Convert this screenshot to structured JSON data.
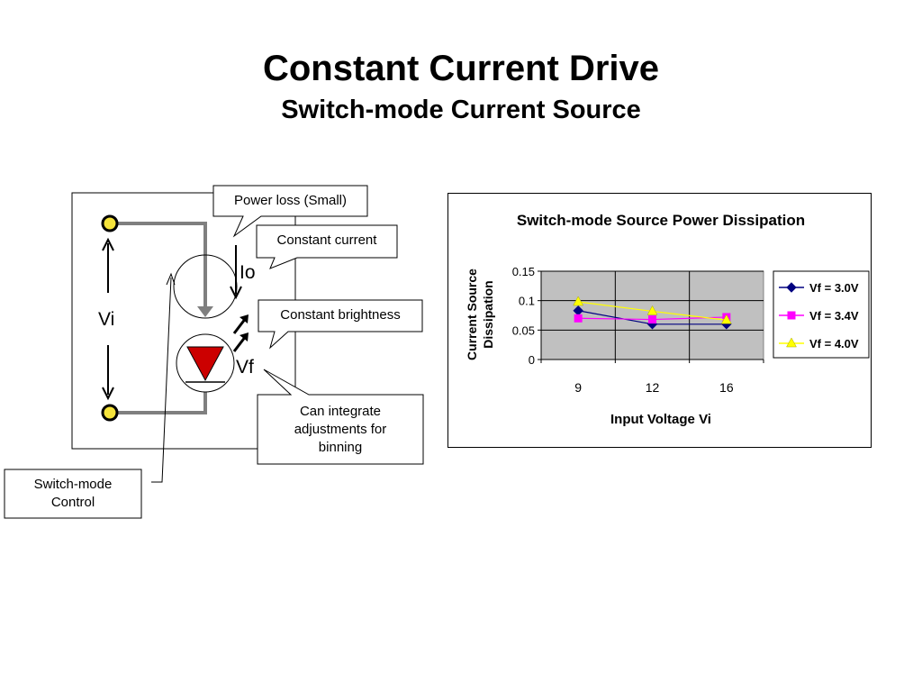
{
  "title": "Constant Current Drive",
  "subtitle": "Switch-mode Current Source",
  "diagram": {
    "callouts": {
      "power_loss": "Power loss (Small)",
      "constant_current": "Constant current",
      "constant_brightness": "Constant brightness",
      "integrate_adjustments": "Can integrate adjustments for binning",
      "switch_mode_control": "Switch-mode Control"
    },
    "labels": {
      "vi": "Vi",
      "io": "Io",
      "vf": "Vf"
    },
    "colors": {
      "terminal_fill": "#f5e33b",
      "wire": "#7f7f7f",
      "led_fill": "#cc0000"
    }
  },
  "chart_data": {
    "type": "line",
    "title": "Switch-mode Source Power Dissipation",
    "xlabel": "Input Voltage Vi",
    "ylabel": "Current Source Dissipation",
    "categories": [
      "9",
      "12",
      "16"
    ],
    "ylim": [
      0,
      0.15
    ],
    "yticks": [
      "0",
      "0.05",
      "0.1",
      "0.15"
    ],
    "grid": true,
    "plot_background": "#c0c0c0",
    "legend_position": "right",
    "series": [
      {
        "name": "Vf = 3.0V",
        "values": [
          0.083,
          0.06,
          0.06
        ],
        "color": "#000080",
        "marker": "diamond"
      },
      {
        "name": "Vf = 3.4V",
        "values": [
          0.07,
          0.068,
          0.072
        ],
        "color": "#ff00ff",
        "marker": "square"
      },
      {
        "name": "Vf = 4.0V",
        "values": [
          0.098,
          0.082,
          0.067
        ],
        "color": "#ffff00",
        "marker": "triangle"
      }
    ]
  }
}
